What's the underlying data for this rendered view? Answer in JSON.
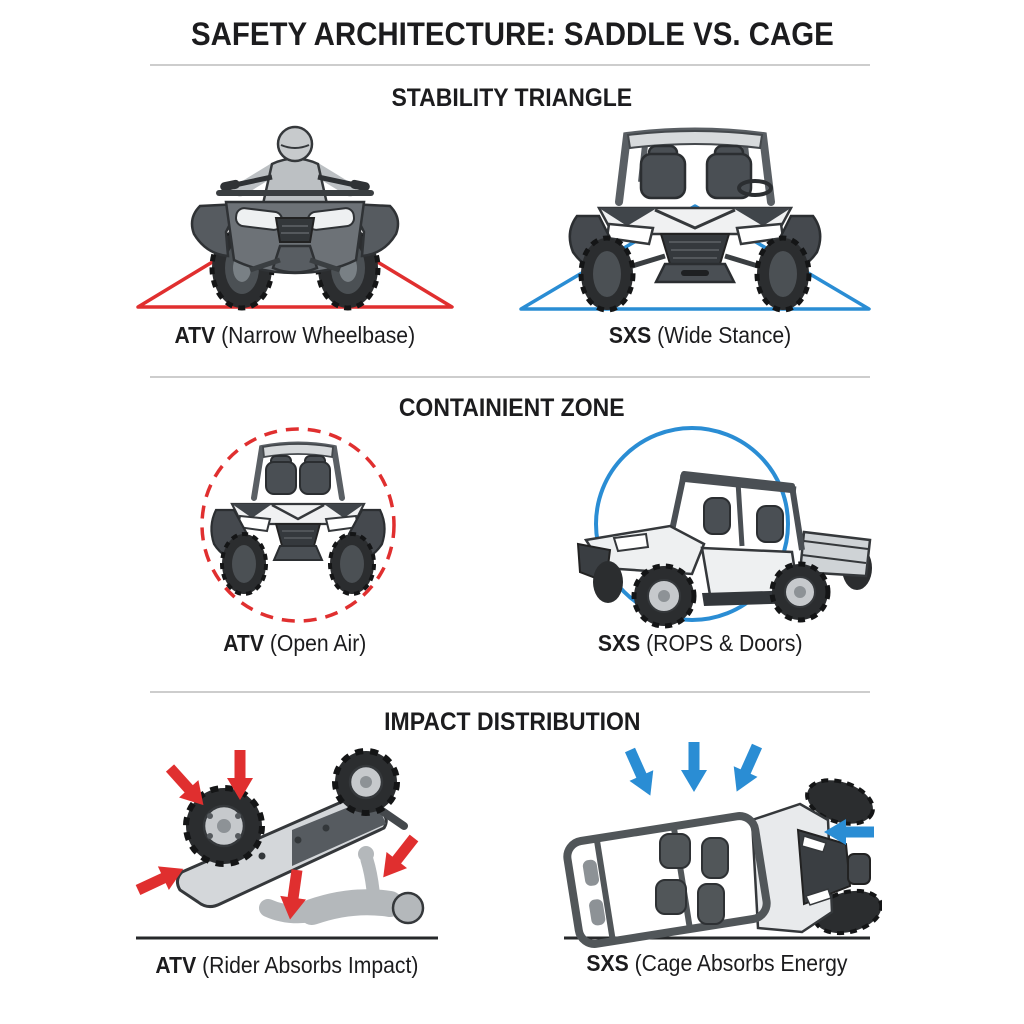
{
  "title": "SAFETY ARCHITECTURE: SADDLE VS. CAGE",
  "sections": {
    "stability": {
      "heading": "STABILITY TRIANGLE",
      "left_label_bold": "ATV",
      "left_label_rest": " (Narrow Wheelbase)",
      "right_label_bold": "SXS",
      "right_label_rest": " (Wide Stance)"
    },
    "containment": {
      "heading": "CONTAINIENT ZONE",
      "left_label_bold": "ATV",
      "left_label_rest": " (Open Air)",
      "right_label_bold": "SXS",
      "right_label_rest": " (ROPS & Doors)"
    },
    "impact": {
      "heading": "IMPACT DISTRIBUTION",
      "left_label_bold": "ATV",
      "left_label_rest": " (Rider Absorbs Impact)",
      "right_label_bold": "SXS",
      "right_label_rest": " (Cage Absorbs Energy"
    }
  },
  "colors": {
    "atv_accent_red": "#e02f2f",
    "sxs_accent_blue": "#2a8dd4",
    "divider_gray": "#cdcdcd",
    "ink_black": "#1c1c1e"
  }
}
